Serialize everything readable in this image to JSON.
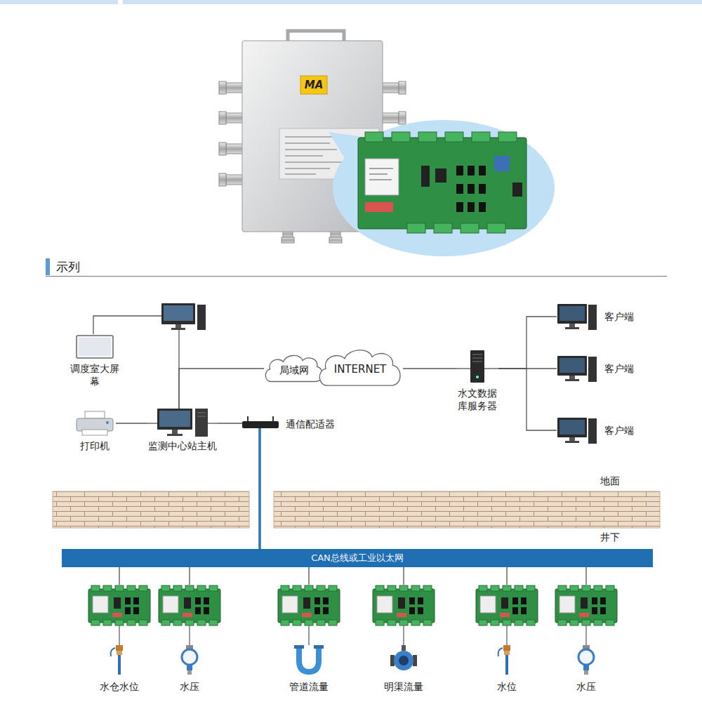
{
  "diagram": {
    "title": "示列",
    "nodes": [
      {
        "text": [
          "调度室大屏幕"
        ]
      },
      {
        "text": [
          "局域网"
        ]
      },
      {
        "text": [
          "INTERNET"
        ]
      },
      {
        "text": [
          "客户端"
        ]
      },
      {
        "text": [
          "客户端"
        ]
      },
      {
        "text": [
          "水文数据 库服务器"
        ]
      },
      {
        "text": [
          "客户端"
        ]
      },
      {
        "text": [
          "打印机"
        ]
      },
      {
        "text": [
          "监测中心站主机"
        ]
      },
      {
        "text": [
          "通信配适器"
        ]
      },
      {
        "text": [
          "CAN总线或工业以太网"
        ]
      },
      {
        "text": [
          "水仓水位"
        ]
      },
      {
        "text": [
          "水压"
        ]
      },
      {
        "text": [
          "管道流量"
        ]
      },
      {
        "text": [
          "明渠流量"
        ]
      },
      {
        "text": [
          "水位"
        ]
      },
      {
        "text": [
          "水压"
        ]
      }
    ],
    "edges": [
      {
        "from": 7,
        "to": 8,
        "arrow": "none"
      },
      {
        "from": 8,
        "to": 9,
        "arrow": "none"
      },
      {
        "from": 8,
        "to": 1,
        "arrow": "none"
      },
      {
        "from": 9,
        "to": 10,
        "arrow": "none"
      },
      {
        "from": 2,
        "to": 5,
        "arrow": "none"
      },
      {
        "from": 5,
        "to": 3,
        "arrow": "none"
      },
      {
        "from": 5,
        "to": 4,
        "arrow": "none"
      },
      {
        "from": 5,
        "to": 6,
        "arrow": "none"
      },
      {
        "from": 10,
        "to": 11,
        "arrow": "none"
      },
      {
        "from": 10,
        "to": 12,
        "arrow": "none"
      },
      {
        "from": 10,
        "to": 13,
        "arrow": "none"
      },
      {
        "from": 10,
        "to": 14,
        "arrow": "none"
      },
      {
        "from": 10,
        "to": 15,
        "arrow": "none"
      },
      {
        "from": 10,
        "to": 16,
        "arrow": "none"
      }
    ],
    "labels": [
      "MA",
      "地面",
      "井下"
    ]
  }
}
